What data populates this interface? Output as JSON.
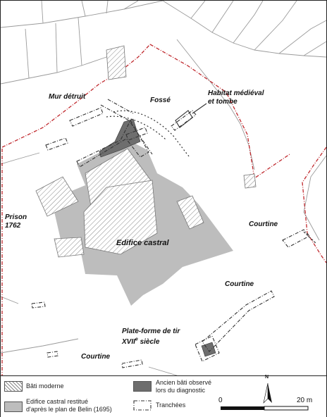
{
  "labels": {
    "mur_detruit": "Mur détruit",
    "fosse": "Fossé",
    "habitat_line1": "Habitat médiéval",
    "habitat_line2": "et tombe",
    "prison_line1": "Prison",
    "prison_line2": "1762",
    "edifice_castral": "Edifice castral",
    "courtine_east": "Courtine",
    "courtine_south": "Courtine",
    "courtine_southwest": "Courtine",
    "plateforme_line1": "Plate-forme de tir",
    "plateforme_line2_main": "XVII",
    "plateforme_line2_sup": "e",
    "plateforme_line2_rest": " siècle"
  },
  "legend": {
    "bati_moderne": "Bâti moderne",
    "edifice_restitue_line1": "Edifice castral restitué",
    "edifice_restitue_line2": "d'après le plan de Belin (1695)",
    "ancien_bati_line1": "Ancien bâti observé",
    "ancien_bati_line2": "lors du diagnostic",
    "tranchees": "Tranchées"
  },
  "scale": {
    "start": "0",
    "end": "20 m",
    "north": "N"
  },
  "colors": {
    "edifice": "#bdbdbd",
    "ancien_bati": "#6e6e6e",
    "parcel_line": "#9a9a9a",
    "boundary_red": "#c0282d",
    "trench_line": "#333333"
  }
}
